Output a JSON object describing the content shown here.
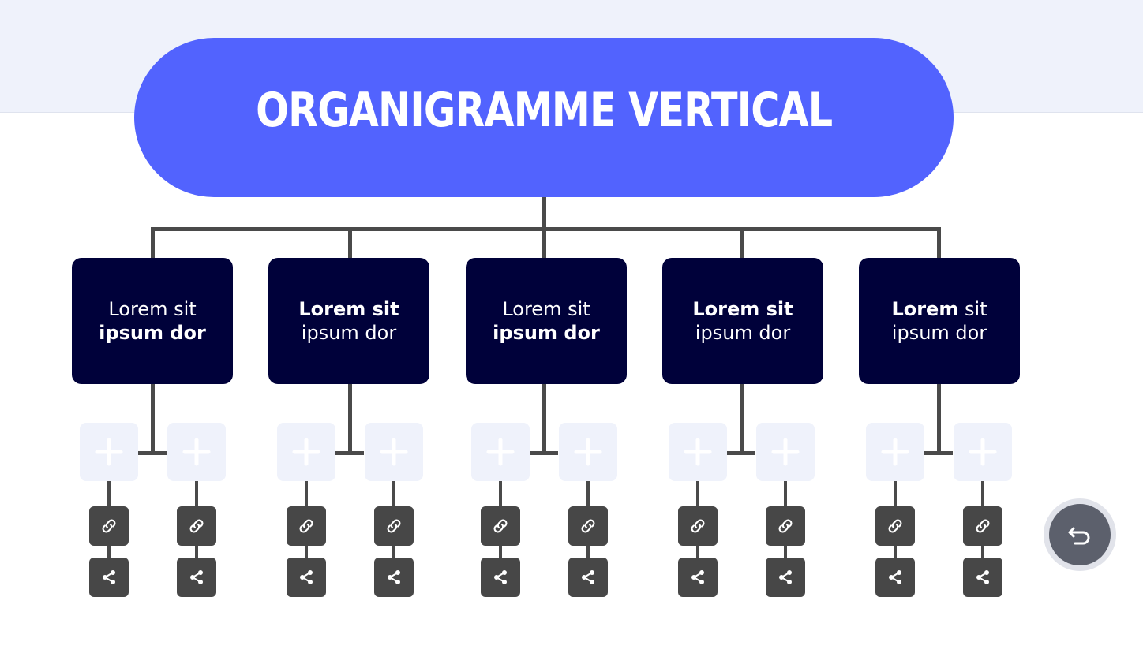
{
  "title": "ORGANIGRAMME VERTICAL",
  "nodes": [
    {
      "line1": "Lorem sit",
      "line2": "ipsum dor",
      "bold_line": 2
    },
    {
      "line1": "Lorem sit",
      "line2": "ipsum dor",
      "bold_line": 1
    },
    {
      "line1": "Lorem sit",
      "line2": "ipsum dor",
      "bold_line": 2
    },
    {
      "line1": "Lorem sit",
      "line2": "ipsum dor",
      "bold_line": 1
    },
    {
      "line1a": "Lorem",
      "line1b": " sit",
      "line2": "ipsum dor",
      "bold_line": 0
    }
  ],
  "icons": {
    "add": "plus-icon",
    "link": "link-icon",
    "share": "share-icon",
    "undo": "undo-icon"
  },
  "colors": {
    "title_bg": "#5263fe",
    "node_bg": "#00013a",
    "connector": "#4a4a4a",
    "add_bg": "#eff2fb",
    "action_bg": "#474747",
    "undo_bg": "#5c606c"
  }
}
